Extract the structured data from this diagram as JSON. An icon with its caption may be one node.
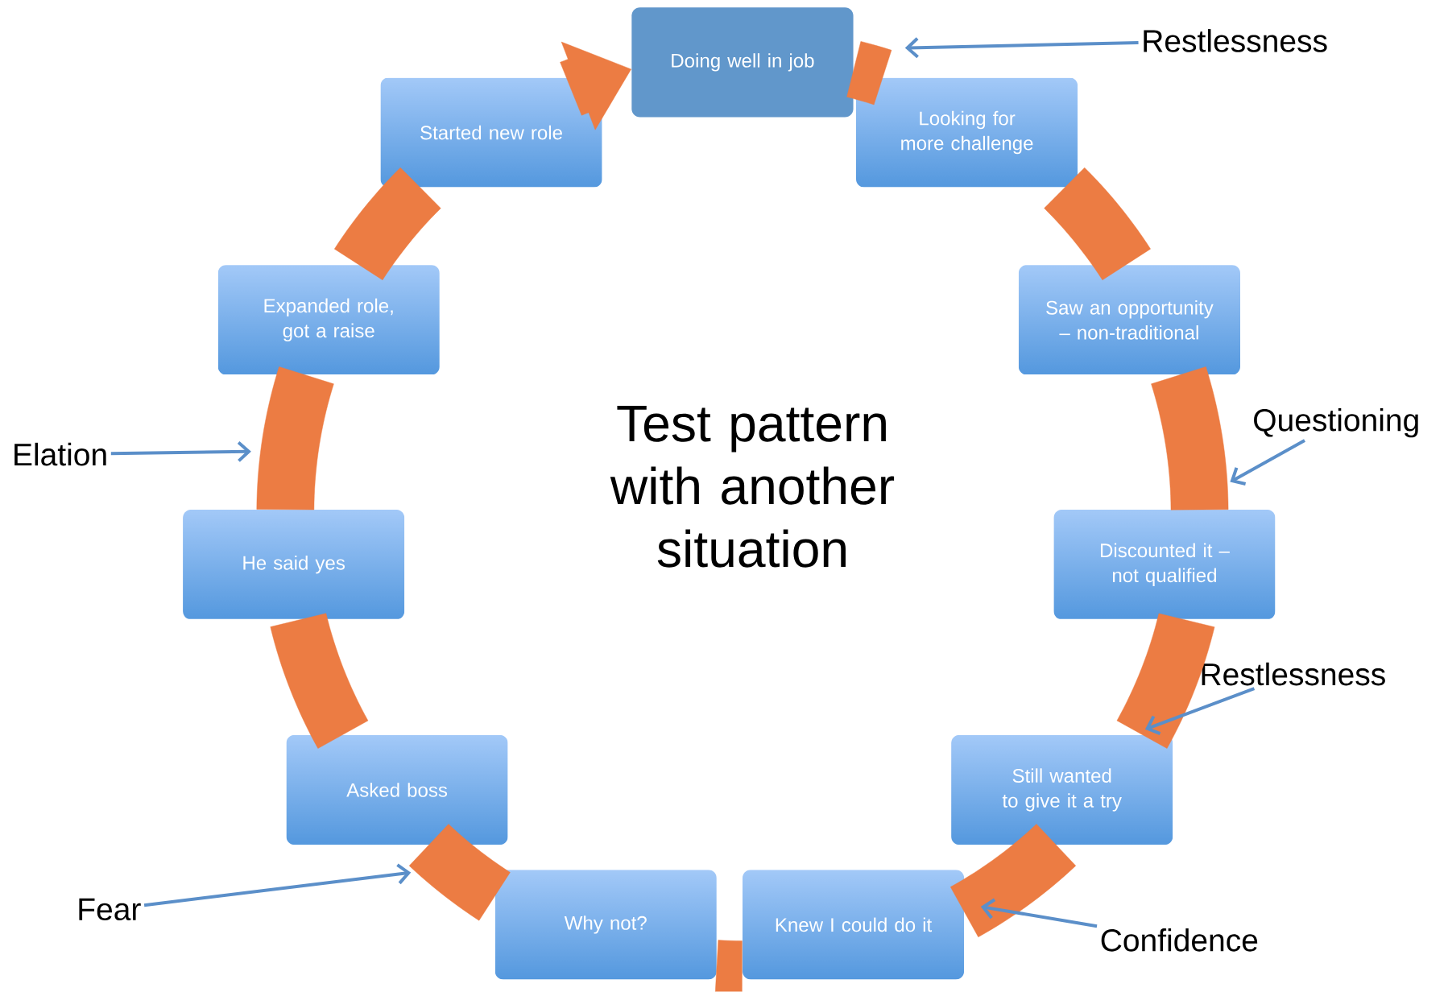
{
  "diagram": {
    "title": "Test pattern with another situation",
    "nodes": [
      {
        "text": [
          "Doing well in job"
        ]
      },
      {
        "text": [
          "Looking for more challenge"
        ]
      },
      {
        "text": [
          "Saw an opportunity – non-traditional"
        ]
      },
      {
        "text": [
          "Discounted it – not qualified"
        ]
      },
      {
        "text": [
          "Still wanted to give it a try"
        ]
      },
      {
        "text": [
          "Knew I could do it"
        ]
      },
      {
        "text": [
          "Why not?"
        ]
      },
      {
        "text": [
          "Asked boss"
        ]
      },
      {
        "text": [
          "He said yes"
        ]
      },
      {
        "text": [
          "Expanded role, got a raise"
        ]
      },
      {
        "text": [
          "Started new role"
        ]
      },
      {
        "text": [
          "Restlessness"
        ]
      },
      {
        "text": [
          "Questioning"
        ]
      },
      {
        "text": [
          "Restlessness"
        ]
      },
      {
        "text": [
          "Confidence"
        ]
      },
      {
        "text": [
          "Fear"
        ]
      },
      {
        "text": [
          "Elation"
        ]
      }
    ],
    "edges": [
      {
        "from": 0,
        "to": 1,
        "arrow": "none"
      },
      {
        "from": 1,
        "to": 2,
        "arrow": "none"
      },
      {
        "from": 2,
        "to": 3,
        "arrow": "none"
      },
      {
        "from": 3,
        "to": 4,
        "arrow": "none"
      },
      {
        "from": 4,
        "to": 5,
        "arrow": "none"
      },
      {
        "from": 5,
        "to": 6,
        "arrow": "none"
      },
      {
        "from": 6,
        "to": 7,
        "arrow": "none"
      },
      {
        "from": 7,
        "to": 8,
        "arrow": "none"
      },
      {
        "from": 8,
        "to": 9,
        "arrow": "none"
      },
      {
        "from": 9,
        "to": 10,
        "arrow": "none"
      },
      {
        "from": 10,
        "to": 0,
        "arrow": "to"
      },
      {
        "from": 11,
        "to": null,
        "arrow": "to"
      },
      {
        "from": 12,
        "to": null,
        "arrow": "to"
      },
      {
        "from": 13,
        "to": null,
        "arrow": "to"
      },
      {
        "from": 14,
        "to": null,
        "arrow": "to"
      },
      {
        "from": 15,
        "to": null,
        "arrow": "to"
      },
      {
        "from": 16,
        "to": null,
        "arrow": "to"
      }
    ]
  }
}
